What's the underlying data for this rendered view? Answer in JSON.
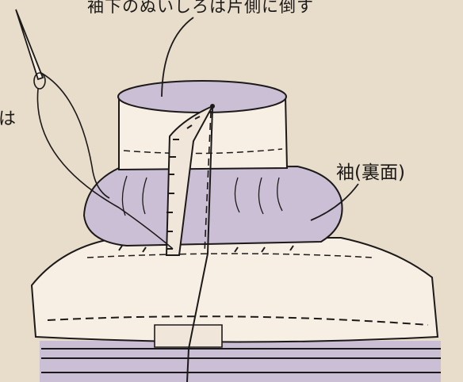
{
  "labels": {
    "top_annotation": "袖下のぬいしろは片側に倒す",
    "sleeve_annotation": "袖(裏面)",
    "left_edge_fragment": "は"
  },
  "colors": {
    "background": "#e8dccb",
    "lavender": "#cbbfd6",
    "cream": "#f7efe4",
    "line": "#1c1a19"
  },
  "icons": {
    "needle": "sewing-needle-icon"
  }
}
